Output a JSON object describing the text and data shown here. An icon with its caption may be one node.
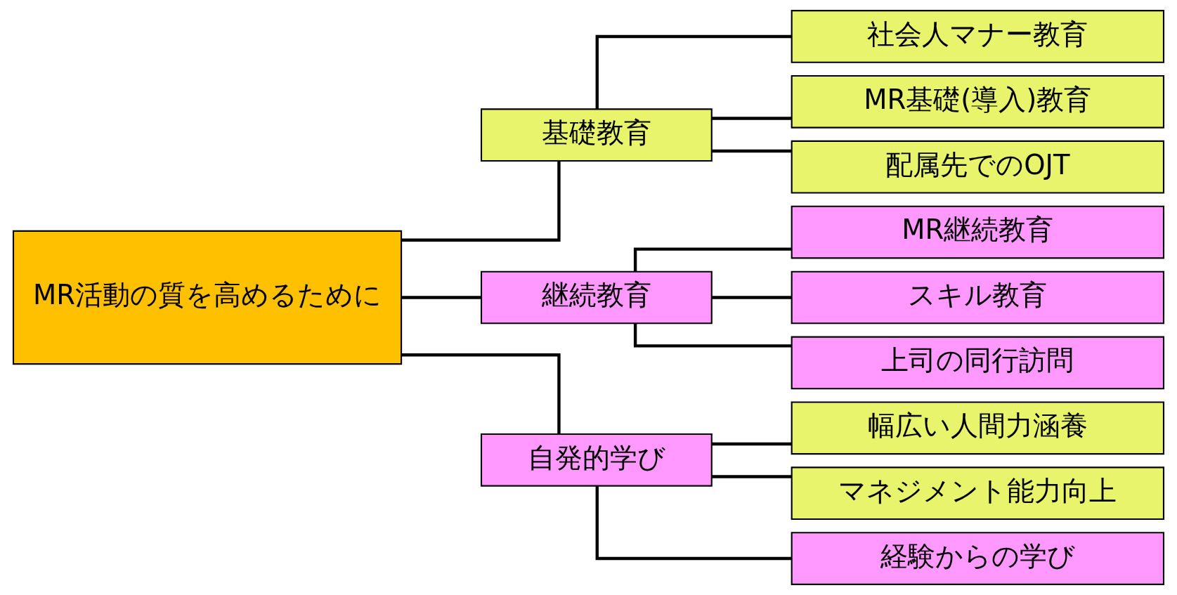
{
  "diagram": {
    "nodes": [
      {
        "text": [
          "MR活動の質を高めるために"
        ]
      },
      {
        "text": [
          "基礎教育"
        ]
      },
      {
        "text": [
          "継続教育"
        ]
      },
      {
        "text": [
          "自発的学び"
        ]
      },
      {
        "text": [
          "社会人マナー教育"
        ]
      },
      {
        "text": [
          "MR基礎(導入)教育"
        ]
      },
      {
        "text": [
          "配属先でのOJT"
        ]
      },
      {
        "text": [
          "MR継続教育"
        ]
      },
      {
        "text": [
          "スキル教育"
        ]
      },
      {
        "text": [
          "上司の同行訪問"
        ]
      },
      {
        "text": [
          "幅広い人間力涵養"
        ]
      },
      {
        "text": [
          "マネジメント能力向上"
        ]
      },
      {
        "text": [
          "経験からの学び"
        ]
      }
    ],
    "edges": [
      {
        "from": 0,
        "to": 1,
        "arrow": "none"
      },
      {
        "from": 0,
        "to": 2,
        "arrow": "none"
      },
      {
        "from": 0,
        "to": 3,
        "arrow": "none"
      },
      {
        "from": 1,
        "to": 4,
        "arrow": "none"
      },
      {
        "from": 1,
        "to": 5,
        "arrow": "none"
      },
      {
        "from": 1,
        "to": 6,
        "arrow": "none"
      },
      {
        "from": 2,
        "to": 7,
        "arrow": "none"
      },
      {
        "from": 2,
        "to": 8,
        "arrow": "none"
      },
      {
        "from": 2,
        "to": 9,
        "arrow": "none"
      },
      {
        "from": 3,
        "to": 10,
        "arrow": "none"
      },
      {
        "from": 3,
        "to": 11,
        "arrow": "none"
      },
      {
        "from": 3,
        "to": 12,
        "arrow": "none"
      }
    ]
  }
}
